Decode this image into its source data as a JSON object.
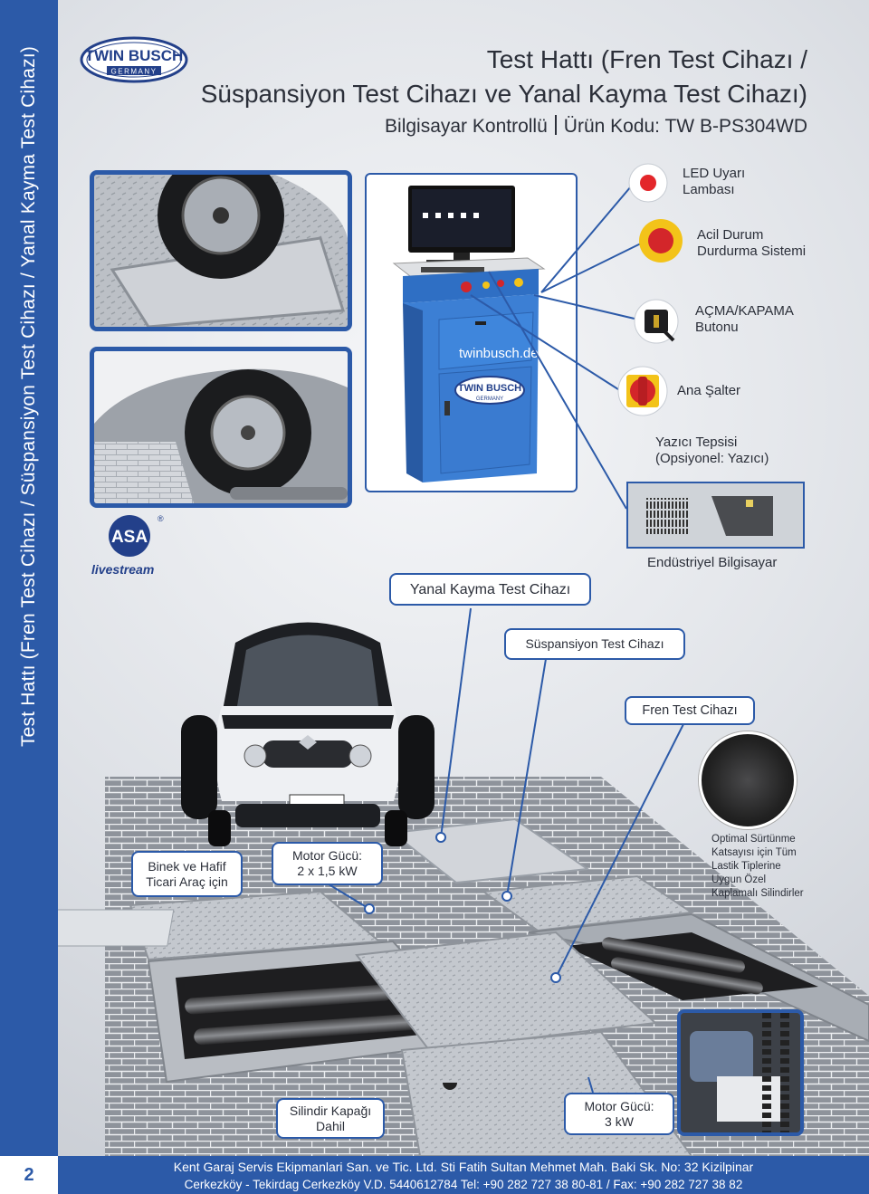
{
  "sidebar": {
    "title": "Test Hattı (Fren Test Cihazı / Süspansiyon Test Cihazı / Yanal Kayma Test Cihazı)",
    "page_number": "2"
  },
  "header": {
    "title_line1": "Test Hattı (Fren Test Cihazı /",
    "title_line2": "Süspansiyon Test Cihazı ve Yanal Kayma Test Cihazı)",
    "subtitle_left": "Bilgisayar Kontrollü",
    "subtitle_right": "Ürün Kodu: TW B-PS304WD"
  },
  "logo": {
    "brand": "TWIN BUSCH",
    "country": "GERMANY"
  },
  "asa": {
    "letters": "ASA",
    "text": "livestream",
    "mark": "®"
  },
  "kiosk": {
    "url": "twinbusch.de",
    "brand": "TWIN BUSCH",
    "country": "GERMANY"
  },
  "labels": {
    "led": [
      "LED Uyarı",
      "Lambası"
    ],
    "emergency": [
      "Acil Durum",
      "Durdurma Sistemi"
    ],
    "onoff": [
      "AÇMA/KAPAMA",
      "Butonu"
    ],
    "main_switch": "Ana Şalter",
    "printer": [
      "Yazıcı Tepsisi",
      "(Opsiyonel: Yazıcı)"
    ],
    "industrial_pc": "Endüstriyel Bilgisayar",
    "side_slip": "Yanal Kayma Test Cihazı",
    "suspension": "Süspansiyon Test Cihazı",
    "brake": "Fren Test Cihazı",
    "vehicle": [
      "Binek ve Hafif",
      "Ticari Araç için"
    ],
    "motor1": [
      "Motor Gücü:",
      "2 x 1,5 kW"
    ],
    "cover": [
      "Silindir Kapağı",
      "Dahil"
    ],
    "motor2": [
      "Motor Gücü:",
      "3 kW"
    ],
    "coating": [
      "Optimal Sürtünme",
      "Katsayısı için Tüm",
      "Lastik Tiplerine",
      "Uygun Özel",
      "Kaplamalı Silindirler"
    ]
  },
  "footer": {
    "line1": "Kent Garaj Servis Ekipmanlari San. ve Tic. Ltd. Sti Fatih Sultan Mehmet Mah. Baki Sk. No: 32 Kizilpinar",
    "line2": "Cerkezköy - Tekirdag  Cerkezköy V.D. 5440612784 Tel: +90 282 727 38 80-81 / Fax: +90 282 727 38 82"
  },
  "colors": {
    "brand_blue": "#2c5aa8",
    "cabinet_blue": "#2f6fc4",
    "emergency_red": "#d3262a",
    "emergency_yellow": "#f3c319"
  },
  "icons": [
    "led-lamp-icon",
    "emergency-stop-icon",
    "key-switch-icon",
    "main-switch-icon",
    "industrial-pc-icon"
  ]
}
